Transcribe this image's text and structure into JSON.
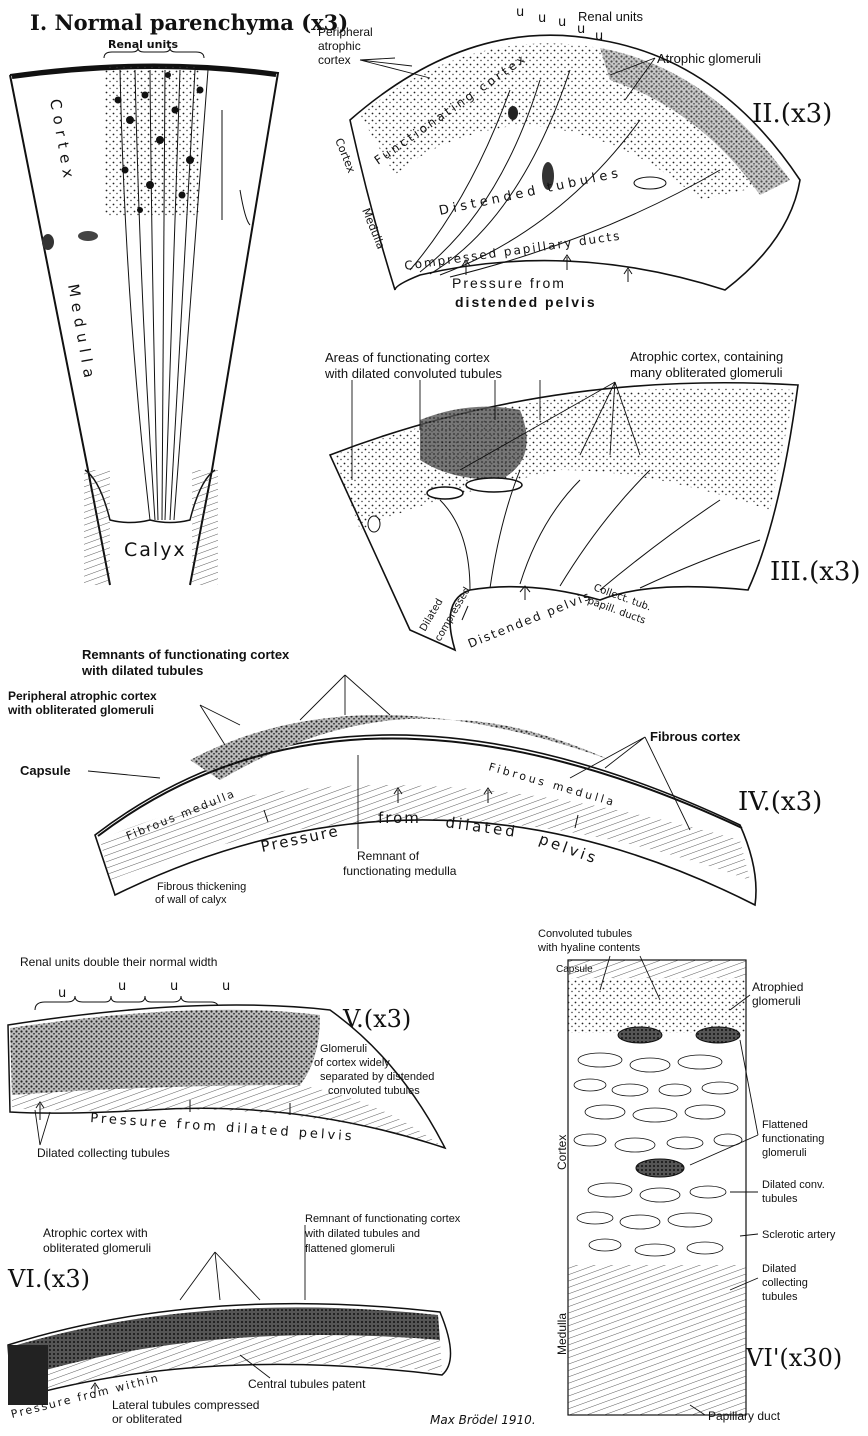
{
  "panel1": {
    "title": "I. Normal parenchyma (x3)",
    "renal_units": "Renal units",
    "cortex": "Cortex",
    "medulla": "Medulla",
    "calyx": "Calyx"
  },
  "panel2": {
    "roman": "II.(x3)",
    "renal_units": "Renal units",
    "u_marks": [
      "u",
      "u",
      "u",
      "u",
      "u"
    ],
    "peripheral_atrophic_cortex": [
      "Peripheral",
      "atrophic",
      "cortex"
    ],
    "atrophic_glomeruli": "Atrophic glomeruli",
    "functionating_cortex": "Functionating cortex",
    "cortex": "Cortex",
    "medulla": "Medulla",
    "distended_tubules": "Distended tubules",
    "compressed_papillary_ducts": "Compressed papillary ducts",
    "pressure_1": "Pressure from",
    "pressure_2": "distended pelvis"
  },
  "panel3": {
    "roman": "III.(x3)",
    "functionating_cortex": [
      "Areas of functionating cortex",
      "with dilated convoluted tubules"
    ],
    "atrophic_cortex": [
      "Atrophic cortex, containing",
      "many obliterated glomeruli"
    ],
    "dilated_compressed": [
      "Dilated",
      "compressed"
    ],
    "collect_tub": [
      "Collect. tub.",
      "papill. ducts"
    ],
    "distended_pelvis": "Distended pelvis"
  },
  "panel4": {
    "roman": "IV.(x3)",
    "remnants": [
      "Remnants of functionating cortex",
      "with dilated tubules"
    ],
    "peripheral": [
      "Peripheral atrophic cortex",
      "with obliterated glomeruli"
    ],
    "capsule": "Capsule",
    "fibrous_cortex": "Fibrous cortex",
    "fibrous_medulla_left": "Fibrous medulla",
    "fibrous_medulla_right": "Fibrous medulla",
    "pressure": [
      "Pressure",
      "from",
      "dilated",
      "pelvis"
    ],
    "remnant_medulla": [
      "Remnant of",
      "functionating medulla"
    ],
    "fibrous_thickening": [
      "Fibrous thickening",
      "of wall of calyx"
    ]
  },
  "panel5": {
    "roman": "V.(x3)",
    "renal_units_double": "Renal units double their normal width",
    "u_marks": [
      "u",
      "u",
      "u",
      "u"
    ],
    "glomeruli": [
      "Glomeruli",
      "of cortex widely",
      "separated by distended",
      "convoluted tubules"
    ],
    "pressure": "Pressure from dilated pelvis",
    "dilated_collecting": "Dilated collecting tubules"
  },
  "panel6": {
    "roman": "VI.(x3)",
    "atrophic_cortex": [
      "Atrophic cortex with",
      "obliterated glomeruli"
    ],
    "remnant": [
      "Remnant of functionating cortex",
      "with dilated tubules and",
      "flattened glomeruli"
    ],
    "pressure_from_within": "Pressure from within",
    "central_tubules": "Central tubules patent",
    "lateral_tubules": [
      "Lateral tubules compressed",
      "or obliterated"
    ]
  },
  "panel6b": {
    "roman": "VI'(x30)",
    "convoluted_tubules": [
      "Convoluted tubules",
      "with hyaline contents"
    ],
    "capsule": "Capsule",
    "atrophied_glomeruli": [
      "Atrophied",
      "glomeruli"
    ],
    "flattened_glomeruli": [
      "Flattened",
      "functionating",
      "glomeruli"
    ],
    "dilated_conv": [
      "Dilated conv.",
      "tubules"
    ],
    "sclerotic_artery": "Sclerotic artery",
    "dilated_collecting": [
      "Dilated",
      "collecting",
      "tubules"
    ],
    "cortex": "Cortex",
    "medulla": "Medulla",
    "papillary_duct": "Papillary duct"
  },
  "signature": "Max Brödel 1910."
}
